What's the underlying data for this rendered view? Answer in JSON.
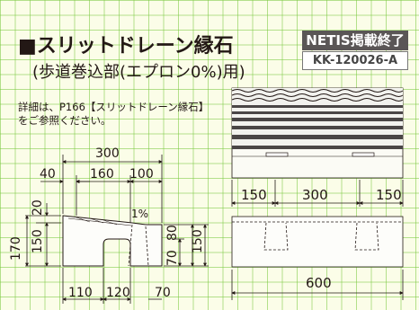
{
  "header": {
    "title": "■スリットドレーン縁石",
    "subtitle": "(歩道巻込部(エプロン0%)用)",
    "netis_label": "NETIS掲載終了",
    "netis_code": "KK-120026-A"
  },
  "note": {
    "line1": "詳細は、P166【スリットドレーン縁石】",
    "line2": "をご参照ください。"
  },
  "section_view": {
    "width_total": "300",
    "width_parts": [
      "40",
      "160",
      "100"
    ],
    "slope": "1%",
    "height_total": "170",
    "height_parts": [
      "20",
      "150"
    ],
    "right_heights": [
      "70",
      "80",
      "150"
    ],
    "bottom_parts": [
      "110",
      "120",
      "70"
    ]
  },
  "top_view": {
    "parts": [
      "150",
      "300",
      "150"
    ]
  },
  "front_view": {
    "length": "600"
  }
}
